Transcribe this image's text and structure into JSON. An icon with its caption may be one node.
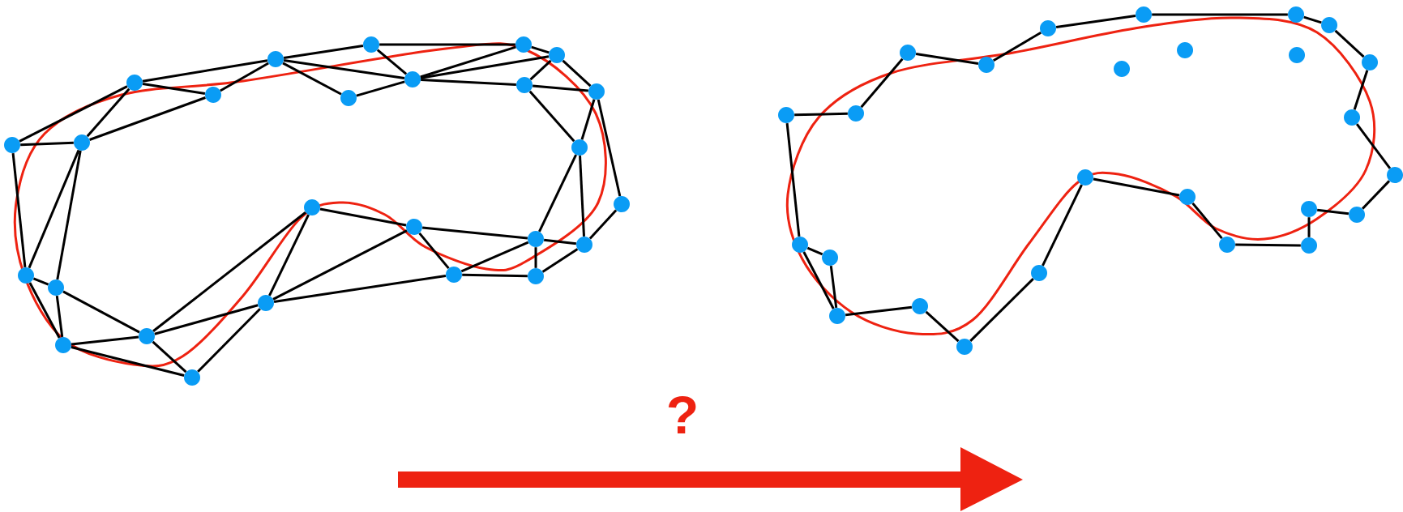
{
  "diagram": {
    "nodes": [
      {
        "text": [],
        "shape": "circle"
      },
      {
        "text": [],
        "shape": "circle"
      },
      {
        "text": [],
        "shape": "circle"
      },
      {
        "text": [],
        "shape": "circle"
      },
      {
        "text": [],
        "shape": "circle"
      },
      {
        "text": [],
        "shape": "circle"
      },
      {
        "text": [],
        "shape": "circle"
      },
      {
        "text": [],
        "shape": "circle"
      },
      {
        "text": [],
        "shape": "circle"
      },
      {
        "text": [],
        "shape": "circle"
      },
      {
        "text": [],
        "shape": "circle"
      },
      {
        "text": [],
        "shape": "circle"
      },
      {
        "text": [],
        "shape": "circle"
      },
      {
        "text": [],
        "shape": "circle"
      },
      {
        "text": [],
        "shape": "circle"
      },
      {
        "text": [],
        "shape": "circle"
      },
      {
        "text": [],
        "shape": "circle"
      },
      {
        "text": [],
        "shape": "circle"
      },
      {
        "text": [],
        "shape": "circle"
      },
      {
        "text": [],
        "shape": "circle"
      },
      {
        "text": [],
        "shape": "circle"
      },
      {
        "text": [],
        "shape": "circle"
      },
      {
        "text": [],
        "shape": "circle"
      },
      {
        "text": [],
        "shape": "circle"
      },
      {
        "text": [],
        "shape": "circle"
      },
      {
        "text": [],
        "shape": "circle"
      },
      {
        "text": [],
        "shape": "circle"
      },
      {
        "text": [],
        "shape": "circle"
      },
      {
        "text": [],
        "shape": "circle"
      },
      {
        "text": [],
        "shape": "circle"
      },
      {
        "text": [],
        "shape": "circle"
      },
      {
        "text": [],
        "shape": "circle"
      },
      {
        "text": [],
        "shape": "circle"
      },
      {
        "text": [],
        "shape": "circle"
      },
      {
        "text": [],
        "shape": "circle"
      },
      {
        "text": [],
        "shape": "circle"
      },
      {
        "text": [],
        "shape": "circle"
      },
      {
        "text": [],
        "shape": "circle"
      },
      {
        "text": [],
        "shape": "circle"
      },
      {
        "text": [],
        "shape": "circle"
      },
      {
        "text": [],
        "shape": "circle"
      },
      {
        "text": [],
        "shape": "circle"
      },
      {
        "text": [],
        "shape": "circle"
      },
      {
        "text": [],
        "shape": "circle"
      },
      {
        "text": [],
        "shape": "circle"
      },
      {
        "text": [],
        "shape": "circle"
      },
      {
        "text": [],
        "shape": "circle"
      },
      {
        "text": [],
        "shape": "circle"
      },
      {
        "text": [],
        "shape": "circle"
      },
      {
        "text": [],
        "shape": "circle"
      },
      {
        "text": [],
        "shape": "circle"
      },
      {
        "text": [],
        "shape": "circle"
      }
    ],
    "edges": [
      {
        "from": 0,
        "to": 2,
        "arrow": "none"
      },
      {
        "from": 0,
        "to": 1,
        "arrow": "none"
      },
      {
        "from": 0,
        "to": 21,
        "arrow": "none"
      },
      {
        "from": 1,
        "to": 2,
        "arrow": "none"
      },
      {
        "from": 1,
        "to": 3,
        "arrow": "none"
      },
      {
        "from": 1,
        "to": 21,
        "arrow": "none"
      },
      {
        "from": 1,
        "to": 22,
        "arrow": "none"
      },
      {
        "from": 2,
        "to": 4,
        "arrow": "none"
      },
      {
        "from": 2,
        "to": 3,
        "arrow": "none"
      },
      {
        "from": 3,
        "to": 4,
        "arrow": "none"
      },
      {
        "from": 4,
        "to": 6,
        "arrow": "none"
      },
      {
        "from": 4,
        "to": 5,
        "arrow": "none"
      },
      {
        "from": 4,
        "to": 7,
        "arrow": "none"
      },
      {
        "from": 5,
        "to": 7,
        "arrow": "none"
      },
      {
        "from": 6,
        "to": 7,
        "arrow": "none"
      },
      {
        "from": 6,
        "to": 8,
        "arrow": "none"
      },
      {
        "from": 7,
        "to": 8,
        "arrow": "none"
      },
      {
        "from": 7,
        "to": 9,
        "arrow": "none"
      },
      {
        "from": 7,
        "to": 10,
        "arrow": "none"
      },
      {
        "from": 8,
        "to": 9,
        "arrow": "none"
      },
      {
        "from": 9,
        "to": 10,
        "arrow": "none"
      },
      {
        "from": 9,
        "to": 11,
        "arrow": "none"
      },
      {
        "from": 10,
        "to": 11,
        "arrow": "none"
      },
      {
        "from": 10,
        "to": 12,
        "arrow": "none"
      },
      {
        "from": 11,
        "to": 12,
        "arrow": "none"
      },
      {
        "from": 11,
        "to": 13,
        "arrow": "none"
      },
      {
        "from": 12,
        "to": 16,
        "arrow": "none"
      },
      {
        "from": 12,
        "to": 17,
        "arrow": "none"
      },
      {
        "from": 13,
        "to": 17,
        "arrow": "none"
      },
      {
        "from": 14,
        "to": 15,
        "arrow": "none"
      },
      {
        "from": 14,
        "to": 24,
        "arrow": "none"
      },
      {
        "from": 14,
        "to": 20,
        "arrow": "none"
      },
      {
        "from": 15,
        "to": 16,
        "arrow": "none"
      },
      {
        "from": 15,
        "to": 20,
        "arrow": "none"
      },
      {
        "from": 15,
        "to": 18,
        "arrow": "none"
      },
      {
        "from": 16,
        "to": 17,
        "arrow": "none"
      },
      {
        "from": 16,
        "to": 18,
        "arrow": "none"
      },
      {
        "from": 16,
        "to": 19,
        "arrow": "none"
      },
      {
        "from": 17,
        "to": 19,
        "arrow": "none"
      },
      {
        "from": 18,
        "to": 19,
        "arrow": "none"
      },
      {
        "from": 18,
        "to": 20,
        "arrow": "none"
      },
      {
        "from": 20,
        "to": 24,
        "arrow": "none"
      },
      {
        "from": 20,
        "to": 25,
        "arrow": "none"
      },
      {
        "from": 21,
        "to": 22,
        "arrow": "none"
      },
      {
        "from": 21,
        "to": 23,
        "arrow": "none"
      },
      {
        "from": 22,
        "to": 23,
        "arrow": "none"
      },
      {
        "from": 22,
        "to": 24,
        "arrow": "none"
      },
      {
        "from": 23,
        "to": 24,
        "arrow": "none"
      },
      {
        "from": 23,
        "to": 25,
        "arrow": "none"
      },
      {
        "from": 24,
        "to": 25,
        "arrow": "none"
      },
      {
        "from": 26,
        "to": 27,
        "arrow": "none"
      },
      {
        "from": 27,
        "to": 28,
        "arrow": "none"
      },
      {
        "from": 28,
        "to": 29,
        "arrow": "none"
      },
      {
        "from": 29,
        "to": 30,
        "arrow": "none"
      },
      {
        "from": 30,
        "to": 31,
        "arrow": "none"
      },
      {
        "from": 31,
        "to": 32,
        "arrow": "none"
      },
      {
        "from": 32,
        "to": 33,
        "arrow": "none"
      },
      {
        "from": 33,
        "to": 34,
        "arrow": "none"
      },
      {
        "from": 34,
        "to": 35,
        "arrow": "none"
      },
      {
        "from": 35,
        "to": 36,
        "arrow": "none"
      },
      {
        "from": 36,
        "to": 37,
        "arrow": "none"
      },
      {
        "from": 37,
        "to": 38,
        "arrow": "none"
      },
      {
        "from": 38,
        "to": 39,
        "arrow": "none"
      },
      {
        "from": 39,
        "to": 40,
        "arrow": "none"
      },
      {
        "from": 40,
        "to": 41,
        "arrow": "none"
      },
      {
        "from": 41,
        "to": 42,
        "arrow": "none"
      },
      {
        "from": 42,
        "to": 43,
        "arrow": "none"
      },
      {
        "from": 43,
        "to": 44,
        "arrow": "none"
      },
      {
        "from": 44,
        "to": 45,
        "arrow": "none"
      },
      {
        "from": 45,
        "to": 46,
        "arrow": "none"
      },
      {
        "from": 46,
        "to": 47,
        "arrow": "none"
      },
      {
        "from": 47,
        "to": 48,
        "arrow": "none"
      },
      {
        "from": 48,
        "to": 46,
        "arrow": "none"
      },
      {
        "from": 48,
        "to": 26,
        "arrow": "none"
      }
    ],
    "labels": [
      "?"
    ]
  }
}
